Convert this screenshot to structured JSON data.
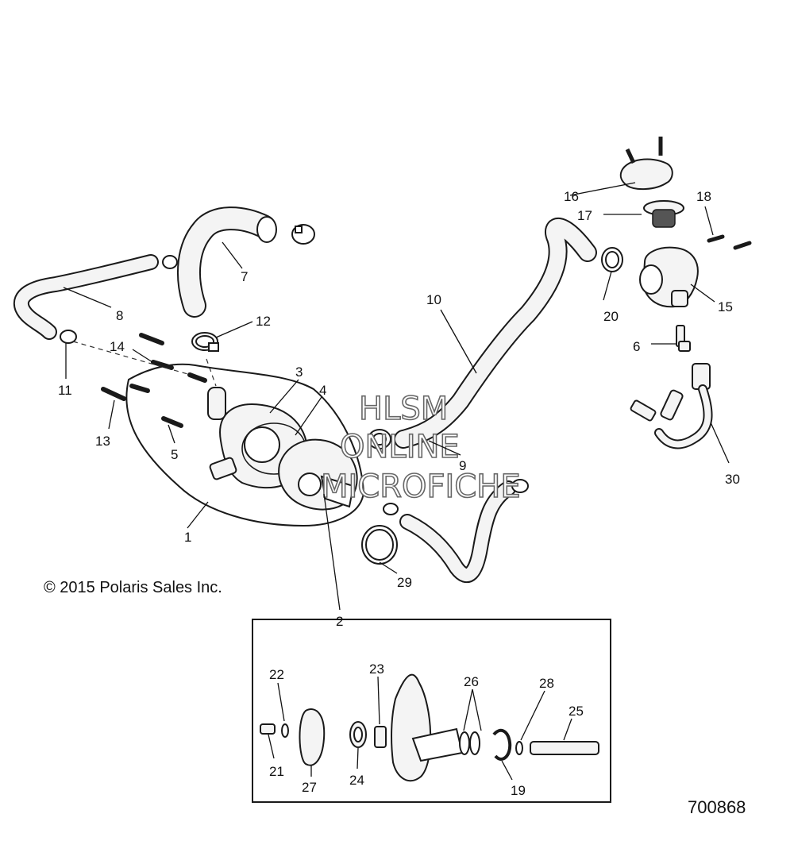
{
  "diagram": {
    "copyright": "© 2015 Polaris Sales Inc.",
    "figure_number": "700868",
    "watermark": [
      "HLSM",
      "ONLINE",
      "MICROFICHE"
    ],
    "callouts": [
      "1",
      "2",
      "3",
      "4",
      "5",
      "6",
      "7",
      "8",
      "9",
      "10",
      "11",
      "12",
      "13",
      "14",
      "15",
      "16",
      "17",
      "18",
      "19",
      "20",
      "21",
      "22",
      "23",
      "24",
      "25",
      "26",
      "27",
      "28",
      "29",
      "30"
    ]
  }
}
